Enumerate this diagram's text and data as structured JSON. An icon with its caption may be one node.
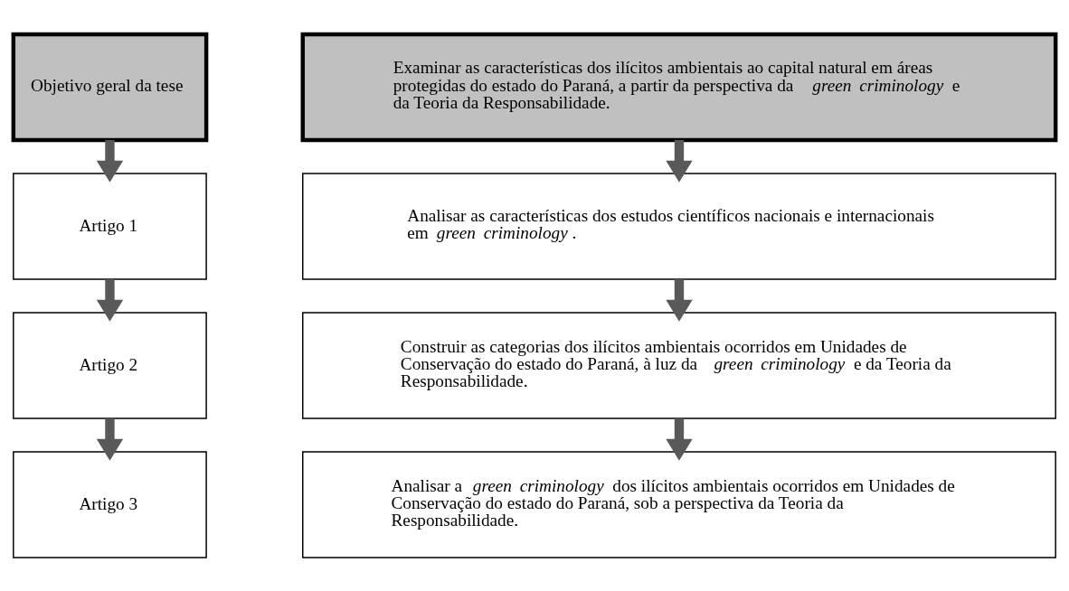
{
  "diagram": {
    "nodes": [
      {
        "text": [
          "Objetivo geral da tese"
        ]
      },
      {
        "text": [
          "Examinar as características dos ilícitos ambientais ao capital natural em áreas protegidas do estado do Paraná, a partir da perspectiva da *green criminology* e da Teoria da Responsabilidade."
        ]
      },
      {
        "text": [
          "Artigo 1"
        ]
      },
      {
        "text": [
          "Analisar as características dos estudos científicos nacionais e internacionais em *green criminology*."
        ]
      },
      {
        "text": [
          "Artigo 2"
        ]
      },
      {
        "text": [
          "Construir as categorias dos ilícitos ambientais ocorridos em Unidades de Conservação do estado do Paraná, à luz da *green criminology* e da Teoria da Responsabilidade."
        ]
      },
      {
        "text": [
          "Artigo 3"
        ]
      },
      {
        "text": [
          "Analisar a *green criminology* dos ilícitos ambientais ocorridos em Unidades de Conservação do estado do Paraná, sob a perspectiva da Teoria da Responsabilidade."
        ]
      }
    ],
    "edges": [
      {
        "from": 0,
        "to": 2,
        "arrow": "to"
      },
      {
        "from": 2,
        "to": 4,
        "arrow": "to"
      },
      {
        "from": 4,
        "to": 6,
        "arrow": "to"
      },
      {
        "from": 1,
        "to": 3,
        "arrow": "to"
      },
      {
        "from": 3,
        "to": 5,
        "arrow": "to"
      },
      {
        "from": 5,
        "to": 7,
        "arrow": "to"
      }
    ]
  }
}
